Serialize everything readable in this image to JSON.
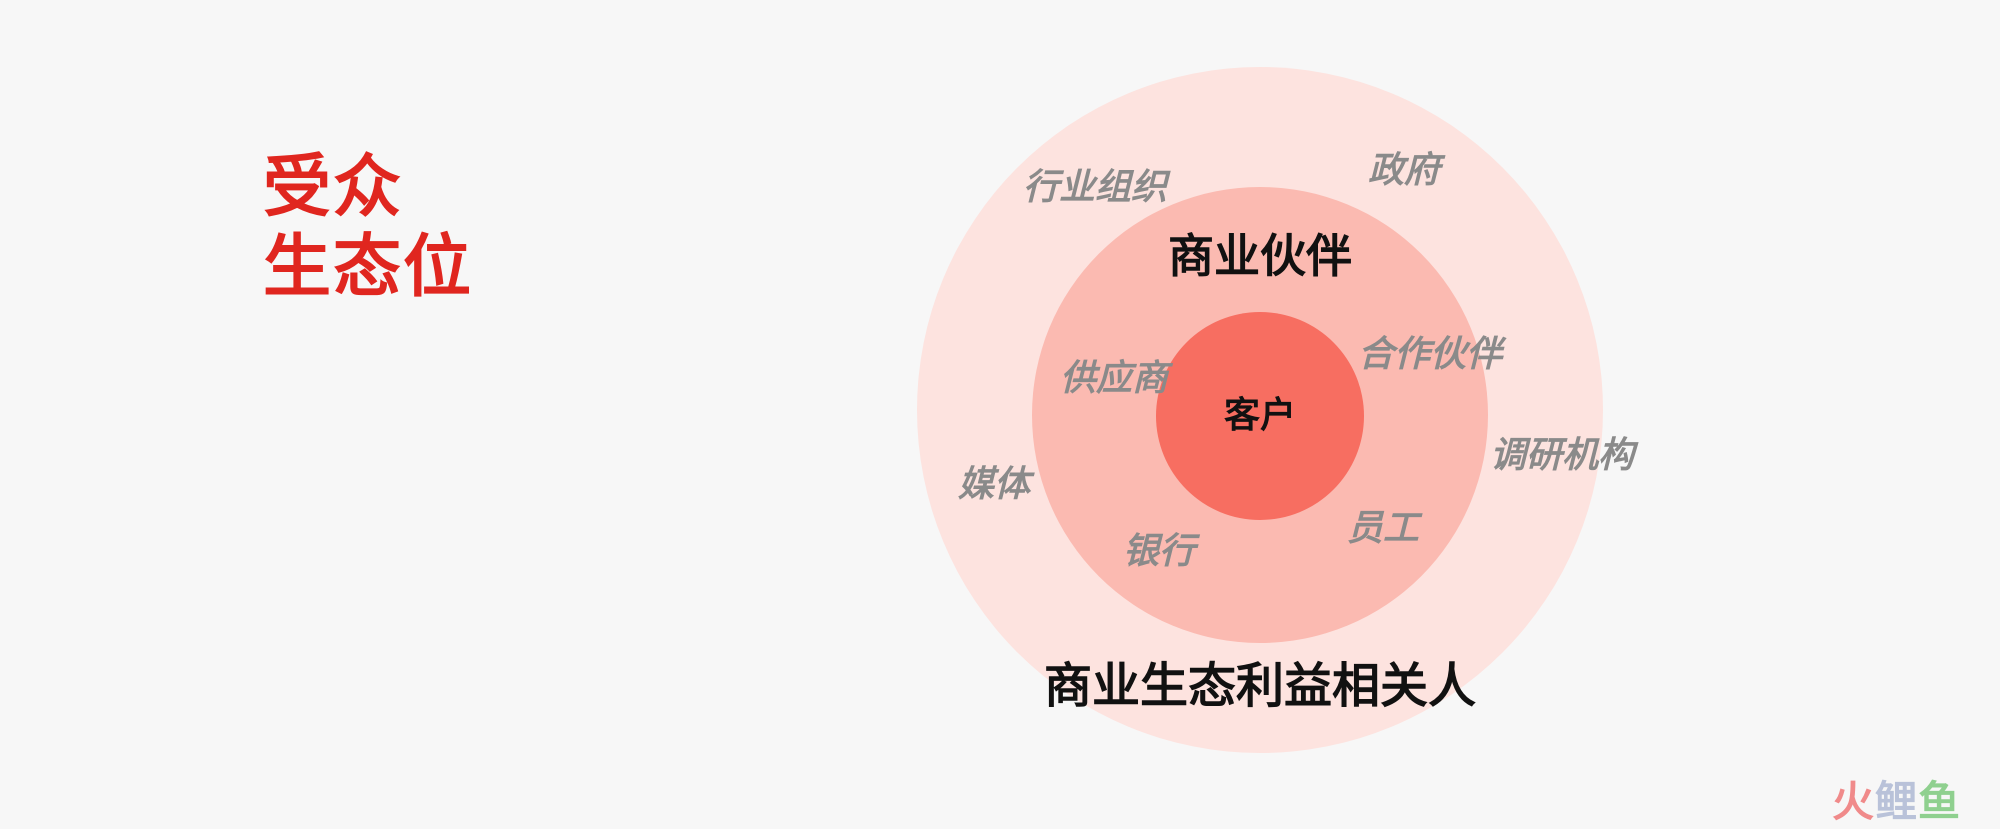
{
  "title": {
    "line1": "受众",
    "line2": "生态位"
  },
  "diagram": {
    "outer_ring": {
      "label": "商业生态利益相关人",
      "items": [
        "行业组织",
        "政府",
        "调研机构",
        "媒体"
      ],
      "color": "#fde3df"
    },
    "middle_ring": {
      "label": "商业伙伴",
      "items": [
        "供应商",
        "合作伙伴",
        "员工",
        "银行"
      ],
      "color": "#fbbab1"
    },
    "core": {
      "label": "客户",
      "color": "#f76e61"
    }
  },
  "watermark": {
    "part1": "火",
    "part2": "鲤",
    "part3": "鱼"
  }
}
